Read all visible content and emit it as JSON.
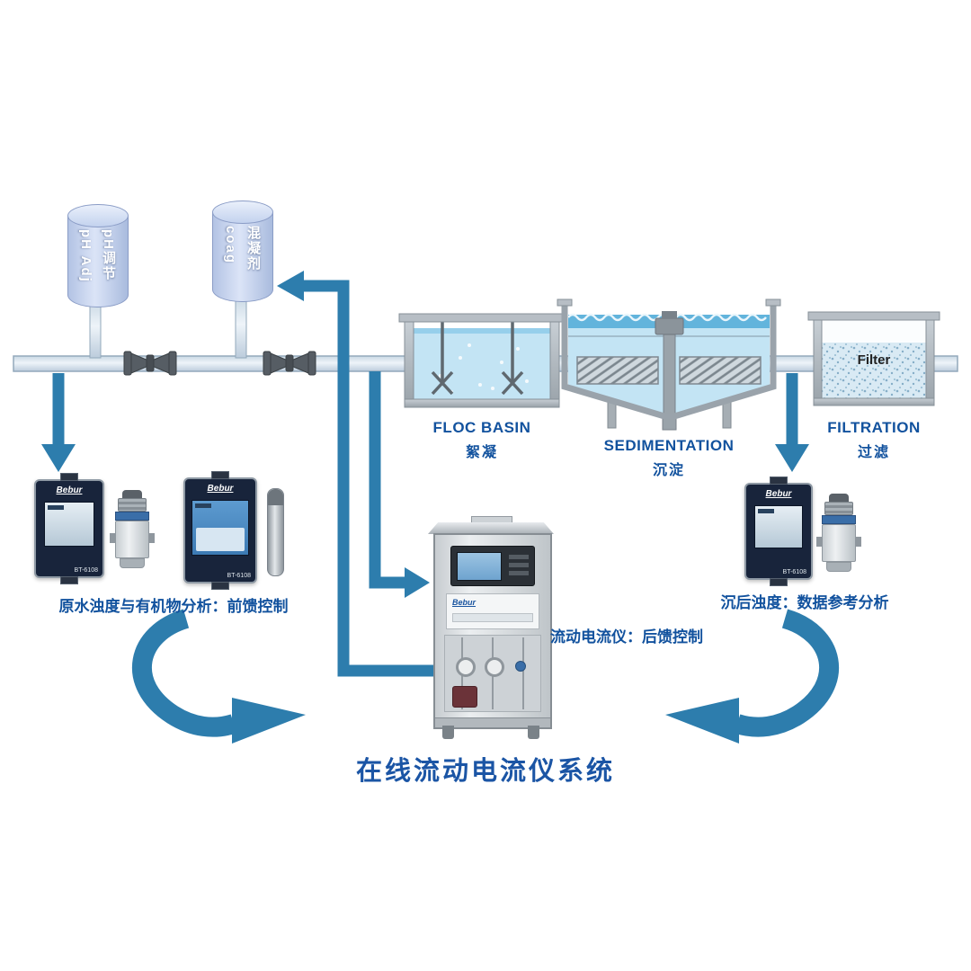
{
  "title": "在线流动电流仪系统",
  "dosing_tanks": {
    "ph": {
      "label_en": "pH Adj",
      "label_zh": "pH调节"
    },
    "coag": {
      "label_en": "coag",
      "label_zh": "混凝剂"
    }
  },
  "stages": {
    "floc": {
      "name_en": "FLOC BASIN",
      "name_zh": "絮凝"
    },
    "sedimentation": {
      "name_en": "SEDIMENTATION",
      "name_zh": "沉淀"
    },
    "filtration": {
      "name_en": "FILTRATION",
      "name_zh": "过滤",
      "media_label": "Filter"
    }
  },
  "analyzers": {
    "brand": "Bebur",
    "model": "BT-6108",
    "left_caption": "原水浊度与有机物分析：前馈控制",
    "center_caption": "流动电流仪：后馈控制",
    "right_caption": "沉后浊度：数据参考分析"
  },
  "colors": {
    "arrow_blue": "#2d7dad",
    "label_blue": "#12529e",
    "title_blue": "#1b55a5",
    "water_light": "#c3e4f4",
    "water_dark": "#62b4dc",
    "panel_navy": "#18243b"
  }
}
